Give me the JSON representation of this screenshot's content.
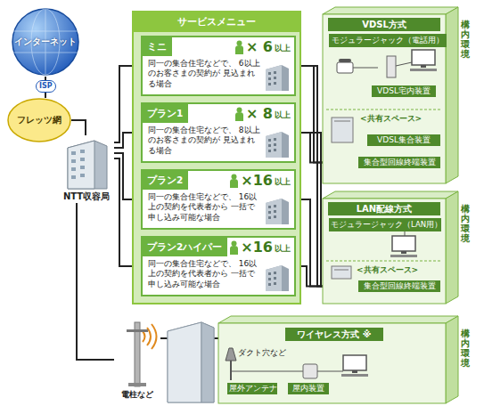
{
  "diagram": {
    "nodes": [
      {
        "text": [
          "インターネット"
        ]
      },
      {
        "text": [
          "フレッツ網"
        ]
      },
      {
        "text": [
          "NTT収容局"
        ]
      },
      {
        "text": [
          "サービスメニュー"
        ]
      },
      {
        "text": [
          "ミニ",
          "× 6",
          "以上",
          "同一の集合住宅などで、 6以上のお客さまの契約が 見込まれる場合"
        ],
        "in": 3
      },
      {
        "text": [
          "プラン1",
          "× 8",
          "以上",
          "同一の集合住宅などで、 8以上のお客さまの契約が 見込まれる場合"
        ],
        "in": 3
      },
      {
        "text": [
          "プラン2",
          "×16",
          "以上",
          "同一の集合住宅などで、 16以上の契約を代表者から 一括で申し込み可能な場合"
        ],
        "in": 3
      },
      {
        "text": [
          "プラン2ハイパー",
          "×16",
          "以上",
          "同一の集合住宅などで、 16以上の契約を代表者から 一括で申し込み可能な場合"
        ],
        "in": 3
      },
      {
        "text": [
          "VDSL方式",
          "構内環境"
        ]
      },
      {
        "text": [
          "モジュラージャック（電話用）"
        ],
        "in": 8
      },
      {
        "text": [
          "VDSL宅内装置"
        ],
        "in": 8
      },
      {
        "text": [
          "VDSL集合装置"
        ],
        "in": 8
      },
      {
        "text": [
          "集合型回線終端装置"
        ],
        "in": 8
      },
      {
        "text": [
          "LAN配線方式",
          "構内環境"
        ]
      },
      {
        "text": [
          "モジュラージャック（LAN用）"
        ],
        "in": 13
      },
      {
        "text": [
          "集合型回線終端装置"
        ],
        "in": 13
      },
      {
        "text": [
          "ワイヤレス方式 ※",
          "構内環境"
        ]
      },
      {
        "text": [
          "屋外アンテナ"
        ],
        "in": 16
      },
      {
        "text": [
          "屋内装置"
        ],
        "in": 16
      },
      {
        "text": [
          "電柱など"
        ]
      }
    ],
    "edges": [
      {
        "from": 0,
        "to": 1,
        "arrow": "none"
      },
      {
        "from": 1,
        "to": 2,
        "arrow": "none"
      },
      {
        "from": 2,
        "to": 4,
        "arrow": "none"
      },
      {
        "from": 2,
        "to": 5,
        "arrow": "none"
      },
      {
        "from": 2,
        "to": 6,
        "arrow": "none"
      },
      {
        "from": 2,
        "to": 7,
        "arrow": "none"
      },
      {
        "from": 4,
        "to": 12,
        "arrow": "none"
      },
      {
        "from": 5,
        "to": 12,
        "arrow": "none"
      },
      {
        "from": 4,
        "to": 15,
        "arrow": "none"
      },
      {
        "from": 5,
        "to": 15,
        "arrow": "none"
      },
      {
        "from": 6,
        "to": 15,
        "arrow": "none"
      },
      {
        "from": 7,
        "to": 15,
        "arrow": "none"
      },
      {
        "from": 9,
        "to": 10,
        "arrow": "none"
      },
      {
        "from": 11,
        "to": 9,
        "arrow": "none"
      },
      {
        "from": 12,
        "to": 11,
        "arrow": "none"
      },
      {
        "from": 15,
        "to": 14,
        "arrow": "none"
      },
      {
        "from": 17,
        "to": 18,
        "arrow": "none"
      },
      {
        "from": 2,
        "to": 19,
        "arrow": "none"
      },
      {
        "from": 19,
        "to": 16,
        "arrow": "none"
      }
    ],
    "labels": [
      "ISP",
      "<共有スペース>",
      "<共有スペース>",
      "ダクト穴など"
    ]
  }
}
